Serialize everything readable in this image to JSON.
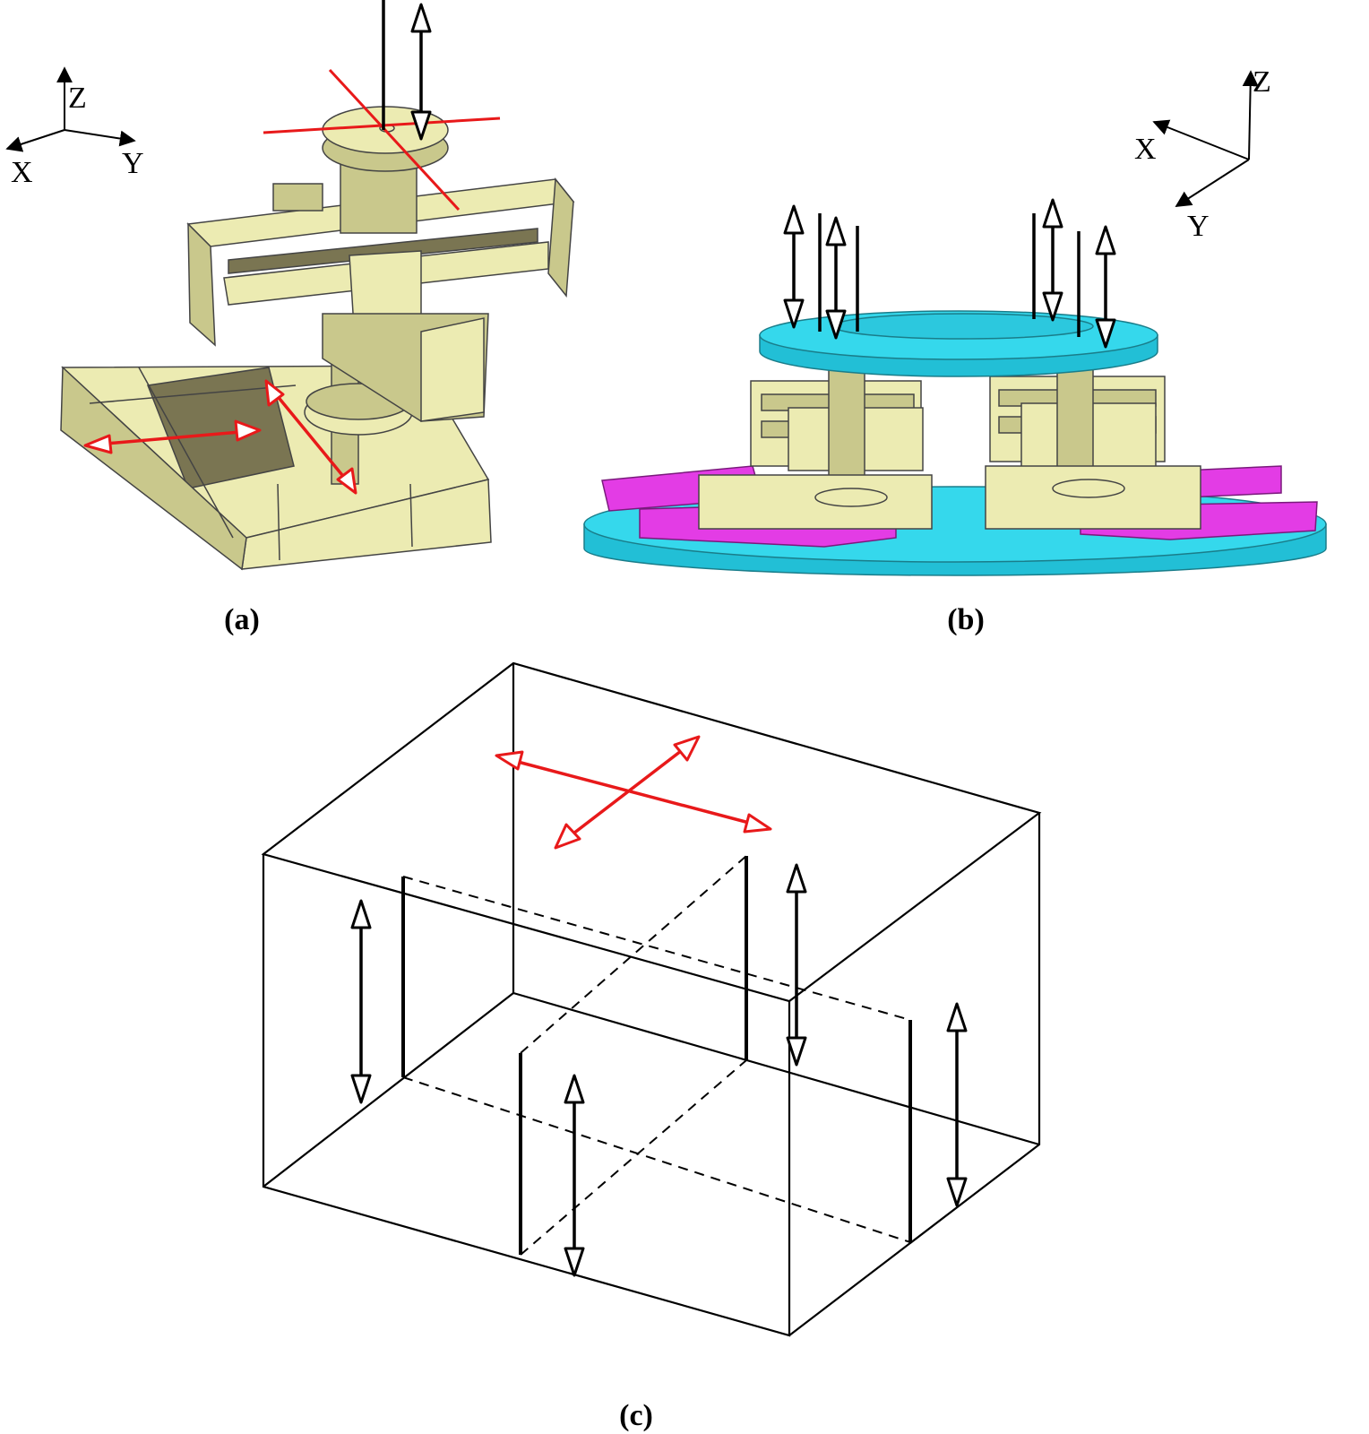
{
  "panels": {
    "a": {
      "caption": "(a)",
      "axes": {
        "z": "Z",
        "x": "X",
        "y": "Y"
      }
    },
    "b": {
      "caption": "(b)",
      "axes": {
        "z": "Z",
        "x": "X",
        "y": "Y"
      }
    },
    "c": {
      "caption": "(c)"
    }
  },
  "colors": {
    "mechanism_body": "#ecebb2",
    "platform": "#35d8ec",
    "actuator_block": "#e33ce5",
    "translation_arrow": "#e8191a",
    "vertical_arrow": "#000000"
  }
}
